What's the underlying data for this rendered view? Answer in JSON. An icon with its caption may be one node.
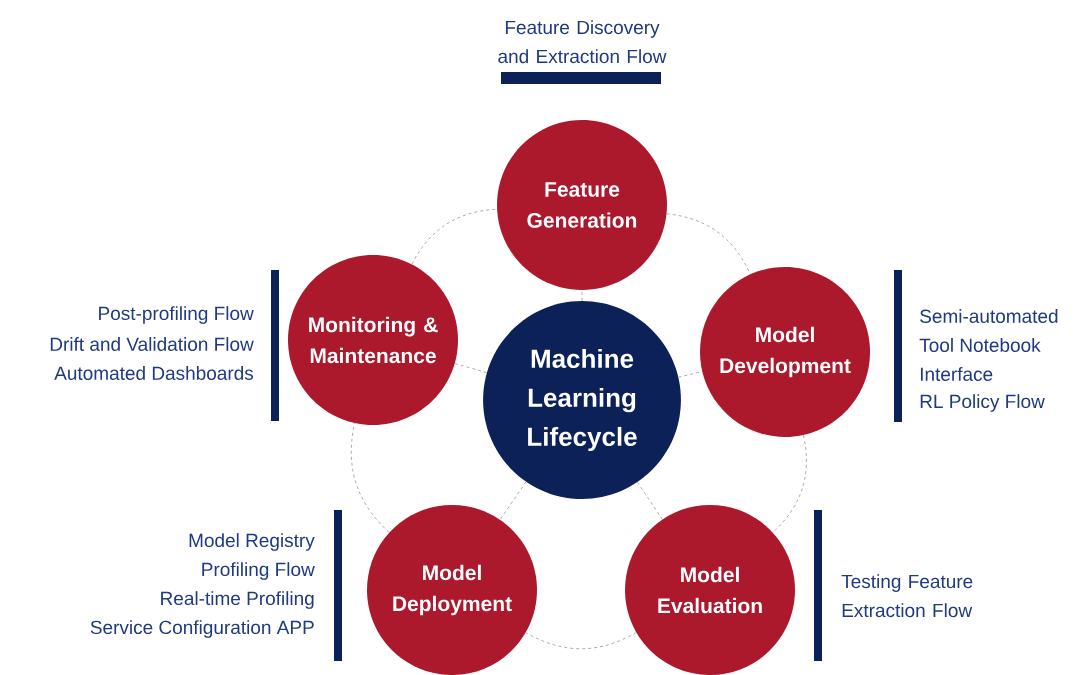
{
  "diagram": {
    "nodes": [
      {
        "text": [
          "Feature Generation"
        ],
        "beside": [
          "Feature Discovery and Extraction Flow"
        ]
      },
      {
        "text": [
          "Monitoring & Maintenance"
        ],
        "beside": [
          "Post-profiling Flow",
          "Drift and Validation Flow",
          "Automated Dashboards"
        ]
      },
      {
        "text": [
          "Machine Learning Lifecycle"
        ]
      },
      {
        "text": [
          "Model Development"
        ],
        "beside": [
          "Semi-automated",
          "Tool Notebook",
          "Interface",
          "RL Policy Flow"
        ]
      },
      {
        "text": [
          "Model Deployment"
        ],
        "beside": [
          "Model Registry",
          "Profiling Flow",
          "Real-time Profiling",
          "Service Configuration APP"
        ]
      },
      {
        "text": [
          "Model Evaluation"
        ],
        "beside": [
          "Testing Feature Extraction Flow"
        ]
      }
    ],
    "edges": [
      {
        "from": 2,
        "to": 0,
        "arrow": "none",
        "style": "dashed"
      },
      {
        "from": 2,
        "to": 3,
        "arrow": "none",
        "style": "dashed"
      },
      {
        "from": 2,
        "to": 5,
        "arrow": "none",
        "style": "dashed"
      },
      {
        "from": 2,
        "to": 4,
        "arrow": "none",
        "style": "dashed"
      },
      {
        "from": 2,
        "to": 1,
        "arrow": "none",
        "style": "dashed"
      },
      {
        "from": 0,
        "to": 3,
        "arrow": "none",
        "style": "dashed"
      },
      {
        "from": 3,
        "to": 5,
        "arrow": "none",
        "style": "dashed"
      },
      {
        "from": 5,
        "to": 4,
        "arrow": "none",
        "style": "dashed"
      },
      {
        "from": 4,
        "to": 1,
        "arrow": "none",
        "style": "dashed"
      },
      {
        "from": 1,
        "to": 0,
        "arrow": "none",
        "style": "dashed"
      }
    ]
  }
}
